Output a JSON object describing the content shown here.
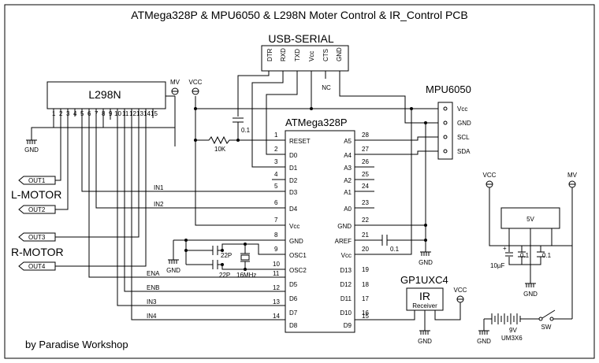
{
  "title": "ATMega328P & MPU6050 & L298N Moter Control & IR_Control PCB",
  "credit": "by Paradise Workshop",
  "usb_serial": {
    "name": "USB-SERIAL",
    "pins": [
      "DTR",
      "RXD",
      "TXD",
      "Vcc",
      "CTS",
      "GND"
    ],
    "nc": "NC"
  },
  "l298n": {
    "name": "L298N",
    "pins": [
      "1",
      "2",
      "3",
      "4",
      "5",
      "6",
      "7",
      "8",
      "9",
      "10",
      "11",
      "12",
      "13",
      "14",
      "15"
    ]
  },
  "atmega": {
    "name": "ATMega328P",
    "left_labels": [
      "RESET",
      "D0",
      "D1",
      "D2",
      "D3",
      "D4",
      "Vcc",
      "GND",
      "OSC1",
      "OSC2",
      "D5",
      "D6",
      "D7",
      "D8"
    ],
    "left_nums": [
      "1",
      "2",
      "3",
      "4",
      "5",
      "6",
      "7",
      "8",
      "9",
      "10",
      "11",
      "12",
      "13",
      "14"
    ],
    "right_labels": [
      "A5",
      "A4",
      "A3",
      "A2",
      "A1",
      "A0",
      "GND",
      "AREF",
      "Vcc",
      "D13",
      "D12",
      "D11",
      "D10",
      "D9"
    ],
    "right_nums": [
      "28",
      "27",
      "26",
      "25",
      "24",
      "23",
      "22",
      "21",
      "20",
      "19",
      "18",
      "17",
      "16",
      "15"
    ]
  },
  "mpu6050": {
    "name": "MPU6050",
    "pins": [
      "Vcc",
      "GND",
      "SCL",
      "SDA"
    ]
  },
  "ir": {
    "name": "GP1UXC4",
    "box_label": "IR",
    "sub_label": "Receiver"
  },
  "regulator": {
    "name": "5V"
  },
  "labels": {
    "mv": "MV",
    "vcc": "VCC",
    "gnd": "GND",
    "l_motor": "L-MOTOR",
    "r_motor": "R-MOTOR",
    "out1": "OUT1",
    "out2": "OUT2",
    "out3": "OUT3",
    "out4": "OUT4",
    "in1": "IN1",
    "in2": "IN2",
    "in3": "IN3",
    "in4": "IN4",
    "ena": "ENA",
    "enb": "ENB",
    "cap_01": "0.1",
    "res_10k": "10K",
    "cap_22p": "22P",
    "xtal": "16MHz",
    "cap_10uf": "10µF",
    "battery": "9V",
    "battery_type": "UM3X6",
    "sw": "SW",
    "plus": "+"
  }
}
